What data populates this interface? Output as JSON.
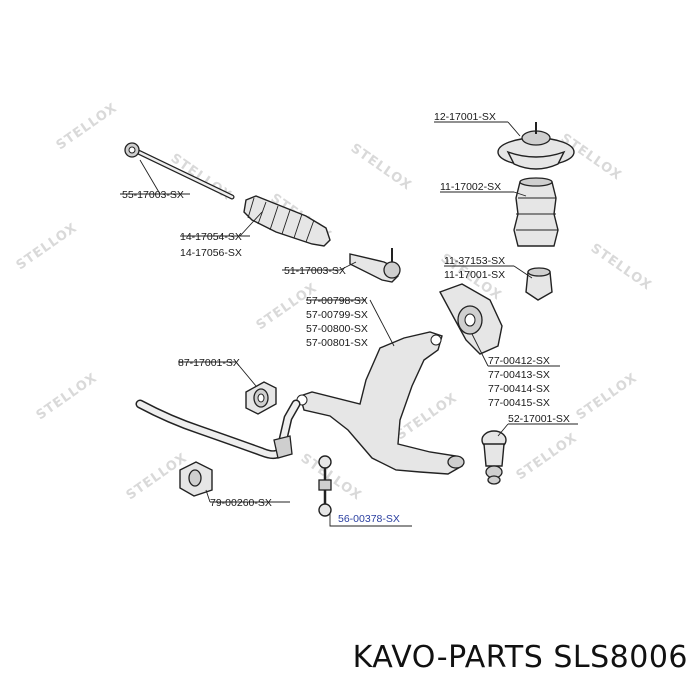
{
  "watermark": "STELLOX",
  "labels": {
    "l_55_17003": "55-17003-SX",
    "l_14_17054": "14-17054-SX",
    "l_14_17056": "14-17056-SX",
    "l_51_17003": "51-17003-SX",
    "l_57_00798": "57-00798-SX",
    "l_57_00799": "57-00799-SX",
    "l_57_00800": "57-00800-SX",
    "l_57_00801": "57-00801-SX",
    "l_87_17001": "87-17001-SX",
    "l_79_00260": "79-00260-SX",
    "l_56_00378": "56-00378-SX",
    "l_12_17001": "12-17001-SX",
    "l_11_17002": "11-17002-SX",
    "l_11_37153": "11-37153-SX",
    "l_11_17001": "11-17001-SX",
    "l_77_00412": "77-00412-SX",
    "l_77_00413": "77-00413-SX",
    "l_77_00414": "77-00414-SX",
    "l_77_00415": "77-00415-SX",
    "l_52_17001": "52-17001-SX"
  },
  "footer": "KAVO-PARTS SLS8006",
  "colors": {
    "highlight": "#2a3fa0",
    "watermark": "#d9d9d9"
  }
}
